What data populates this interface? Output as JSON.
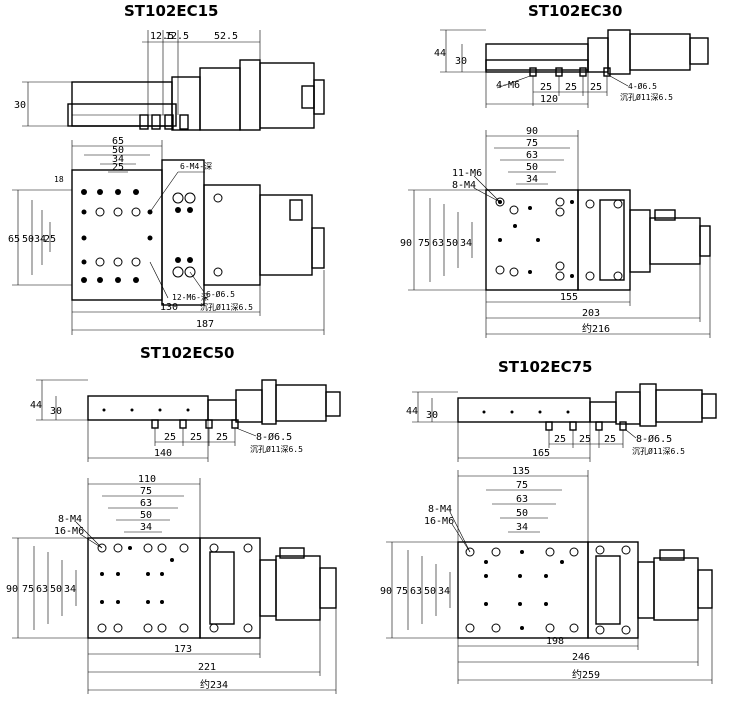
{
  "titles": {
    "ec15": "ST102EC15",
    "ec30": "ST102EC30",
    "ec50": "ST102EC50",
    "ec75": "ST102EC75"
  },
  "ec15": {
    "side": {
      "d1": "12.5",
      "d2": "12.5",
      "d3": "52.5",
      "h": "30"
    },
    "top": {
      "w65": "65",
      "w50": "50",
      "w34": "34",
      "w25": "25",
      "w18": "18",
      "h65": "65",
      "h50": "50",
      "h34": "34",
      "h25": "25",
      "holes_a": "6-M4-深",
      "holes_b": "12-M6-深",
      "holes_c": "6-Ø6.5",
      "cbore": "沉孔Ø11深6.5",
      "len130": "130",
      "len187": "187"
    }
  },
  "ec30": {
    "side": {
      "h44": "44",
      "h30": "30",
      "m6": "4-M6",
      "p1": "25",
      "p2": "25",
      "p3": "25",
      "len120": "120",
      "holes": "4-Ø6.5",
      "cbore": "沉孔Ø11深6.5"
    },
    "top": {
      "w90": "90",
      "w75": "75",
      "w63": "63",
      "w50": "50",
      "w34": "34",
      "m6": "11-M6",
      "m4": "8-M4",
      "h90": "90",
      "h75": "75",
      "h63": "63",
      "h50": "50",
      "h34": "34",
      "len155": "155",
      "len203": "203",
      "len216": "约216"
    }
  },
  "ec50": {
    "side": {
      "h44": "44",
      "h30": "30",
      "p1": "25",
      "p2": "25",
      "p3": "25",
      "len140": "140",
      "holes": "8-Ø6.5",
      "cbore": "沉孔Ø11深6.5"
    },
    "top": {
      "w110": "110",
      "w75": "75",
      "w63": "63",
      "w50": "50",
      "w34": "34",
      "m4": "8-M4",
      "m6": "16-M6",
      "h90": "90",
      "h75": "75",
      "h63": "63",
      "h50": "50",
      "h34": "34",
      "len173": "173",
      "len221": "221",
      "len234": "约234"
    }
  },
  "ec75": {
    "side": {
      "h44": "44",
      "h30": "30",
      "p1": "25",
      "p2": "25",
      "p3": "25",
      "len165": "165",
      "holes": "8-Ø6.5",
      "cbore": "沉孔Ø11深6.5"
    },
    "top": {
      "w135": "135",
      "w75": "75",
      "w63": "63",
      "w50": "50",
      "w34": "34",
      "m4": "8-M4",
      "m6": "16-M6",
      "h90": "90",
      "h75": "75",
      "h63": "63",
      "h50": "50",
      "h34": "34",
      "len198": "198",
      "len246": "246",
      "len259": "约259"
    }
  }
}
